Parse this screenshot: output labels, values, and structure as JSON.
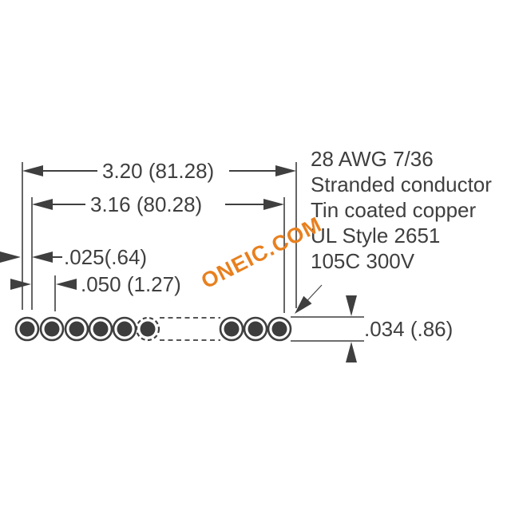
{
  "title": "Flat ribbon cable cross-section dimension drawing",
  "colors": {
    "ink": "#3f3f3f",
    "conductor_fill": "#3d3d3d",
    "watermark_accent": "#e8801e",
    "background": "#ffffff"
  },
  "watermark": {
    "text": "ONEIC.COM"
  },
  "dimensions": {
    "overall_width": {
      "label": "3.20 (81.28)"
    },
    "conductor_span": {
      "label": "3.16 (80.28)"
    },
    "edge_margin": {
      "label": ".025(.64)"
    },
    "pitch": {
      "label": ".050 (1.27)"
    },
    "thickness": {
      "label": ".034 (.86)"
    }
  },
  "notes": {
    "lines": [
      "28 AWG 7/36",
      "Stranded conductor",
      "Tin coated copper",
      "UL Style 2651",
      "105C 300V"
    ]
  },
  "diagram": {
    "type": "cross-section",
    "subject": "flat ribbon cable",
    "conductors_visible": 9,
    "dashed_conductor_count": 1,
    "break_indicated": true
  }
}
